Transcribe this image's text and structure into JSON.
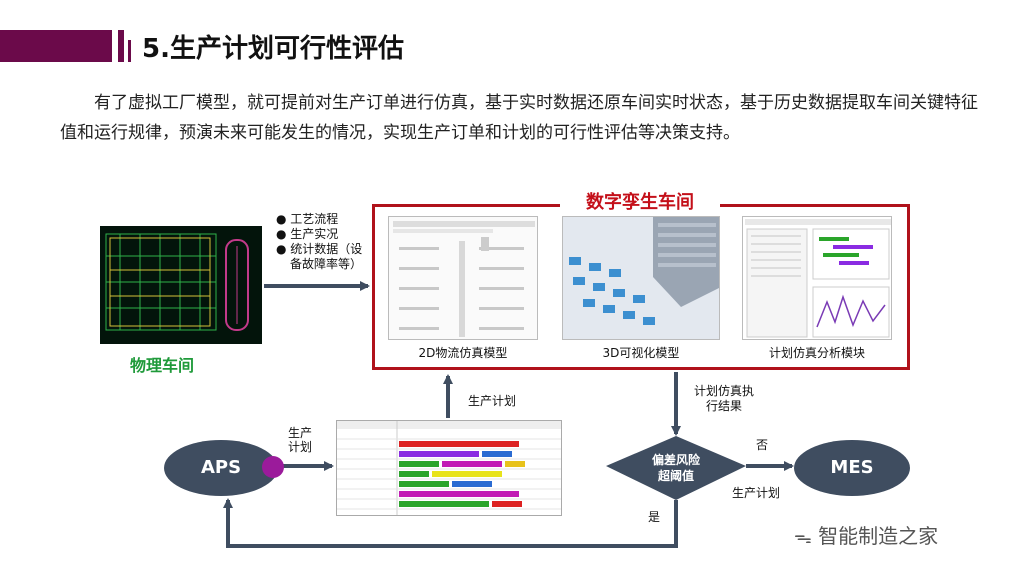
{
  "header": {
    "title": "5.生产计划可行性评估",
    "paragraph_line1": "有了虚拟工厂模型，就可提前对生产订单进行仿真，基于实时数据还原车间实时状态，基于历史数据提取",
    "paragraph_line2": "车间关键特征值和运行规律，预演未来可能发生的情况，实现生产订单和计划的可行性评估等决策支持。"
  },
  "diagram": {
    "twin_title": "数字孪生车间",
    "modules": [
      "2D物流仿真模型",
      "3D可视化模型",
      "计划仿真分析模块"
    ],
    "physical_label": "物理车间",
    "bullets": [
      "工艺流程",
      "生产实况",
      "统计数据（设",
      "备故障率等）"
    ],
    "aps": "APS",
    "mes": "MES",
    "diamond": [
      "偏差风险",
      "超阈值"
    ],
    "edge_plan_left": [
      "生产",
      "计划"
    ],
    "edge_plan_up": "生产计划",
    "edge_sim_result": [
      "计划仿真执",
      "行结果"
    ],
    "edge_no": "否",
    "edge_plan_right": "生产计划",
    "edge_yes": "是"
  },
  "watermark": "智能制造之家",
  "colors": {
    "header": "#6b0a4a",
    "twin_border": "#b0121b",
    "node": "#3f4d60",
    "arrow": "#3f4d60",
    "physical": "#1f9a3a",
    "dot": "#9b1b9b"
  }
}
